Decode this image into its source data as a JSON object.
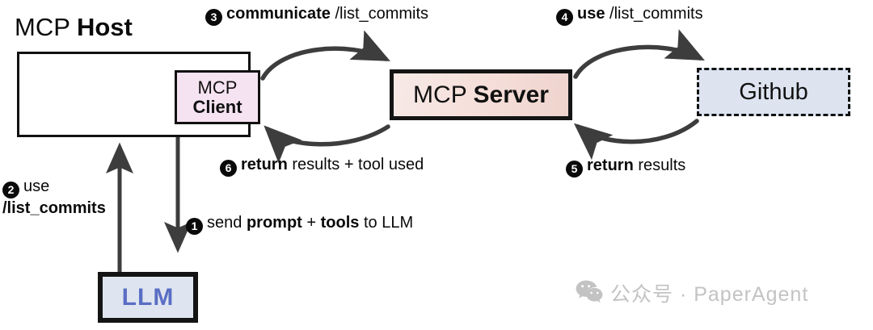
{
  "diagram": {
    "title": "MCP Host",
    "title_plain": "MCP ",
    "title_bold": "Host"
  },
  "nodes": {
    "host": {
      "label": "MCP Host"
    },
    "client": {
      "line1": "MCP",
      "line2": "Client"
    },
    "server": {
      "plain": "MCP ",
      "bold": "Server",
      "label": "MCP Server"
    },
    "github": {
      "label": "Github"
    },
    "llm": {
      "label": "LLM"
    }
  },
  "steps": [
    {
      "number": "1",
      "parts": [
        {
          "text": "send ",
          "bold": false
        },
        {
          "text": "prompt",
          "bold": true
        },
        {
          "text": " + ",
          "bold": false
        },
        {
          "text": "tools",
          "bold": true
        },
        {
          "text": " to LLM",
          "bold": false
        }
      ],
      "full": "send prompt + tools to LLM"
    },
    {
      "number": "2",
      "parts": [
        {
          "text": "use",
          "bold": false
        },
        {
          "text": "\n",
          "bold": false
        },
        {
          "text": "/list_commits",
          "bold": true
        }
      ],
      "full": "use /list_commits"
    },
    {
      "number": "3",
      "parts": [
        {
          "text": "communicate",
          "bold": true
        },
        {
          "text": " /list_commits",
          "bold": false
        }
      ],
      "full": "communicate /list_commits"
    },
    {
      "number": "4",
      "parts": [
        {
          "text": "use",
          "bold": true
        },
        {
          "text": " /list_commits",
          "bold": false
        }
      ],
      "full": "use /list_commits"
    },
    {
      "number": "5",
      "parts": [
        {
          "text": "return",
          "bold": true
        },
        {
          "text": " results",
          "bold": false
        }
      ],
      "full": "return results"
    },
    {
      "number": "6",
      "parts": [
        {
          "text": "return",
          "bold": true
        },
        {
          "text": " results + tool used",
          "bold": false
        }
      ],
      "full": "return results + tool used"
    }
  ],
  "watermark": {
    "icon": "wechat-icon",
    "text": "公众号 · PaperAgent"
  },
  "colors": {
    "client_fill": "#f6e3f1",
    "server_fill": "#f5ded9",
    "github_fill": "#dde4f0",
    "llm_fill": "#dfe5f0",
    "llm_text": "#5a6ec4",
    "stroke": "#111111",
    "arrow": "#3d3d3d",
    "watermark": "#c3c3c3"
  }
}
